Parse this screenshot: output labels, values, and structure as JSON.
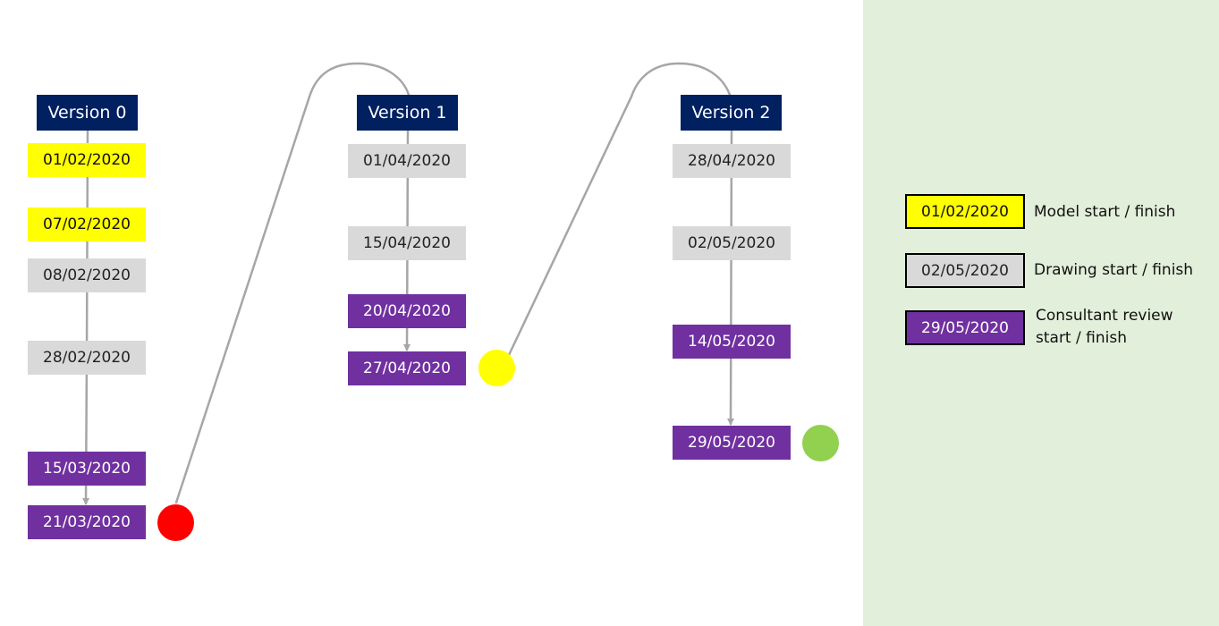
{
  "colors": {
    "header": "#002060",
    "model": "#ffff00",
    "drawing": "#d9d9d9",
    "review": "#7030a0",
    "connector": "#a6a6a6",
    "legend_bg": "#e2efda",
    "dot_red": "#ff0000",
    "dot_yellow": "#ffff00",
    "dot_green": "#92d050"
  },
  "versions": [
    {
      "title": "Version 0",
      "dates": [
        {
          "label": "01/02/2020",
          "kind": "model"
        },
        {
          "label": "07/02/2020",
          "kind": "model"
        },
        {
          "label": "08/02/2020",
          "kind": "drawing"
        },
        {
          "label": "28/02/2020",
          "kind": "drawing"
        },
        {
          "label": "15/03/2020",
          "kind": "review"
        },
        {
          "label": "21/03/2020",
          "kind": "review"
        }
      ],
      "status_dot": "red"
    },
    {
      "title": "Version 1",
      "dates": [
        {
          "label": "01/04/2020",
          "kind": "drawing"
        },
        {
          "label": "15/04/2020",
          "kind": "drawing"
        },
        {
          "label": "20/04/2020",
          "kind": "review"
        },
        {
          "label": "27/04/2020",
          "kind": "review"
        }
      ],
      "status_dot": "yellow"
    },
    {
      "title": "Version 2",
      "dates": [
        {
          "label": "28/04/2020",
          "kind": "drawing"
        },
        {
          "label": "02/05/2020",
          "kind": "drawing"
        },
        {
          "label": "14/05/2020",
          "kind": "review"
        },
        {
          "label": "29/05/2020",
          "kind": "review"
        }
      ],
      "status_dot": "green"
    }
  ],
  "legend": [
    {
      "sample": "01/02/2020",
      "kind": "model",
      "label_lines": [
        "Model start / finish"
      ]
    },
    {
      "sample": "02/05/2020",
      "kind": "drawing",
      "label_lines": [
        "Drawing start / finish"
      ]
    },
    {
      "sample": "29/05/2020",
      "kind": "review",
      "label_lines": [
        "Consultant review",
        "start / finish"
      ]
    }
  ]
}
